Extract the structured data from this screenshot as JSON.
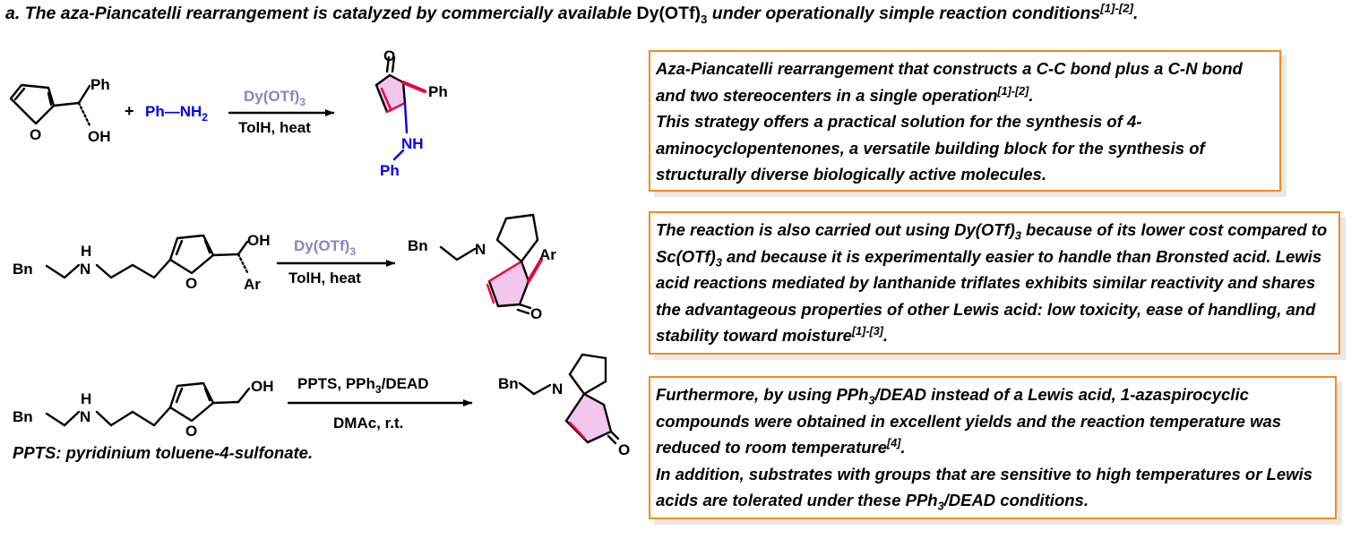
{
  "heading": {
    "pre": "a. The aza-Piancatelli rearrangement is catalyzed by commercially available ",
    "reagent": "Dy(OTf)",
    "reagent_sub": "3",
    "post": " under operationally simple reaction conditions",
    "ref": "[1]-[2]",
    "end": "."
  },
  "reactions": {
    "r1": {
      "reactant1_labels": {
        "ph": "Ph",
        "oh": "OH",
        "o": "O"
      },
      "plus": "+",
      "amine_label": "Ph—NH",
      "amine_sub": "2",
      "reagent": "Dy(OTf)",
      "reagent_sub": "3",
      "condition": "TolH, heat",
      "product_labels": {
        "o": "O",
        "ph": "Ph",
        "nh": "NH",
        "nph": "Ph"
      }
    },
    "r2": {
      "substrate_labels": {
        "bn": "Bn",
        "h": "H",
        "n": "N",
        "o": "O",
        "oh": "OH",
        "ar": "Ar"
      },
      "reagent": "Dy(OTf)",
      "reagent_sub": "3",
      "condition": "TolH, heat",
      "product_labels": {
        "bn": "Bn",
        "n": "N",
        "ar": "Ar",
        "o": "O"
      }
    },
    "r3": {
      "substrate_labels": {
        "bn": "Bn",
        "h": "H",
        "n": "N",
        "o": "O",
        "oh": "OH"
      },
      "reagent": "PPTS, PPh",
      "reagent_sub": "3",
      "reagent_post": "/DEAD",
      "condition": "DMAc, r.t.",
      "product_labels": {
        "bn": "Bn",
        "n": "N",
        "o": "O"
      }
    }
  },
  "note": "PPTS: pyridinium toluene-4-sulfonate.",
  "boxes": {
    "box1": {
      "p1a": "Aza-Piancatelli rearrangement that constructs a C-C bond plus a C-N bond and two stereocenters in a single operation",
      "p1_ref": "[1]-[2]",
      "p1b": ".",
      "p2": "This strategy offers a practical solution for the synthesis of 4-aminocyclopentenones, a versatile building block for the synthesis of structurally diverse biologically active molecules."
    },
    "box2": {
      "a": "The reaction is also carried out using Dy(OTf)",
      "a_sub": "3",
      "b": " because of its lower cost compared to Sc(OTf)",
      "b_sub": "3",
      "c": " and because it is experimentally easier to handle than Bronsted acid. Lewis acid reactions mediated by lanthanide triflates exhibits similar reactivity and shares the advantageous properties of other Lewis acid: low toxicity, ease of handling, and stability toward moisture",
      "ref": "[1]-[3]",
      "end": "."
    },
    "box3": {
      "a": "Furthermore, by using PPh",
      "a_sub": "3",
      "b": "/DEAD instead of a Lewis acid, 1-azaspirocyclic compounds were obtained in excellent yields and the reaction temperature was reduced to room temperature",
      "ref": "[4]",
      "end": ".",
      "p2a": "In addition, substrates with groups that are sensitive to high temperatures or Lewis acids are tolerated under these PPh",
      "p2_sub": "3",
      "p2b": "/DEAD conditions."
    }
  },
  "colors": {
    "box_border": "#f08c1e",
    "ring_fill": "#f3c6ee",
    "bond_red": "#e8003c",
    "amine_blue": "#0000ee",
    "reagent_purple": "#8c82c8"
  }
}
